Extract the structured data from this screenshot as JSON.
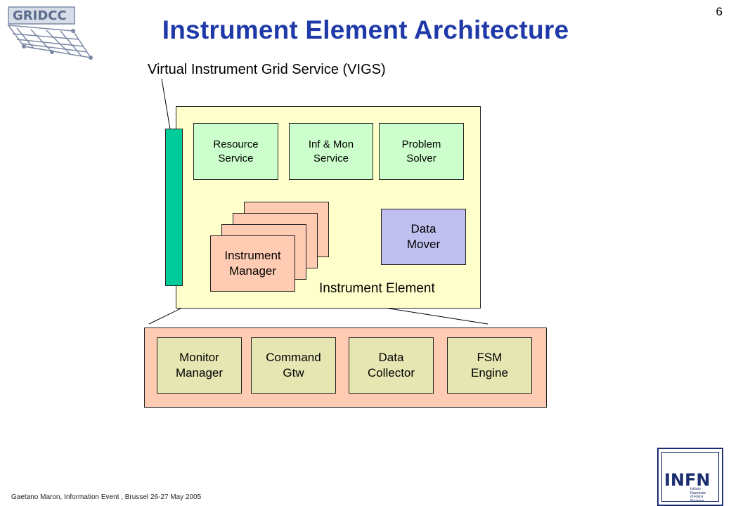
{
  "title": "Instrument Element Architecture",
  "page_number": "6",
  "vigs_label": "Virtual Instrument Grid Service (VIGS)",
  "instrument_element": {
    "label": "Instrument Element",
    "services": {
      "resource": "Resource\nService",
      "infmon": "Inf & Mon\nService",
      "problem_solver": "Problem\nSolver"
    },
    "data_mover": "Data\nMover",
    "instrument_manager": "Instrument\nManager"
  },
  "components": {
    "monitor_manager": "Monitor\nManager",
    "command_gtw": "Command\nGtw",
    "data_collector": "Data\nCollector",
    "fsm_engine": "FSM\nEngine"
  },
  "footer": "Gaetano Maron, Information Event , Brussel 26-27 May 2005",
  "logos": {
    "gridcc": "GRIDCC",
    "infn": "INFN",
    "infn_sub": "Istituto Nazionale\ndi Fisica Nucleare"
  },
  "colors": {
    "title": "#1f3aa8",
    "ie_background": "#ffffcc",
    "vigs_bar": "#00cc99",
    "service": "#ccffcc",
    "data_mover": "#c0c0f0",
    "instrument_manager": "#ffccb3",
    "components_background": "#ffccb3",
    "component": "#e6e6b3"
  }
}
